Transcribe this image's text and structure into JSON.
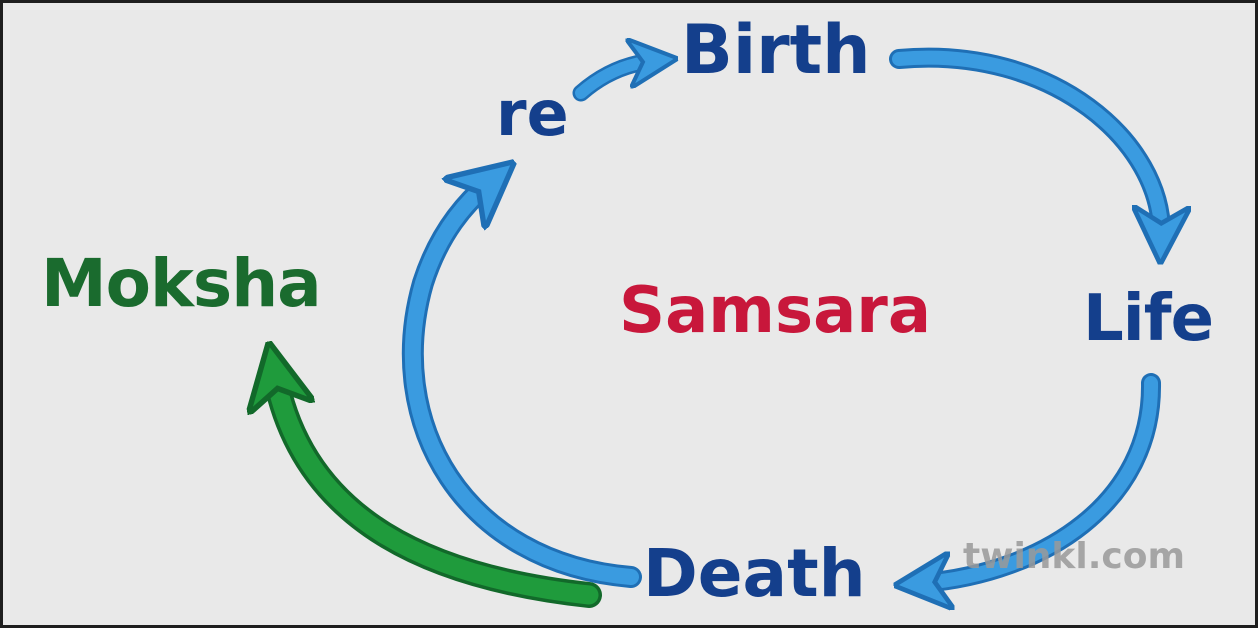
{
  "diagram": {
    "words": {
      "birth": "Birth",
      "re": "re",
      "life": "Life",
      "death": "Death",
      "moksha": "Moksha",
      "samsara": "Samsara"
    },
    "watermark": "twinkl.com"
  },
  "colors": {
    "background": "#e9e9e9",
    "cycle_text": "#143f8c",
    "moksha_text": "#1a6b2e",
    "samsara_text": "#c8173b",
    "cycle_arrow": "#3a9be0",
    "cycle_arrow_outline": "#1f6fb5",
    "moksha_arrow": "#1f9b3c",
    "moksha_arrow_outline": "#12692a",
    "watermark": "#9a9a9a"
  },
  "icons": {
    "cycle_arrows": "curved-arrow",
    "moksha_arrow": "curved-arrow"
  }
}
